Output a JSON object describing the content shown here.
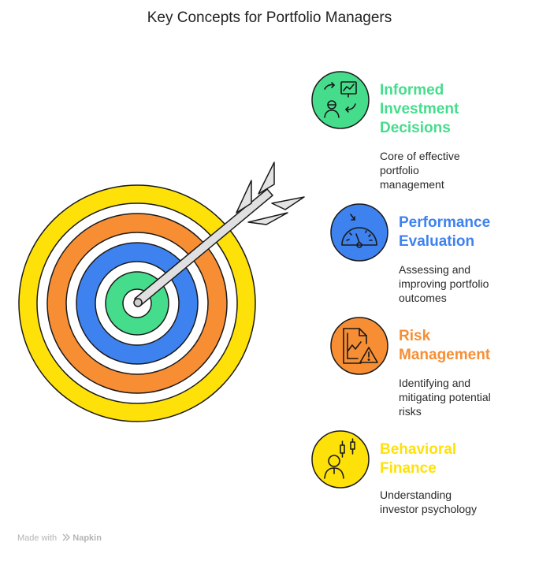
{
  "title": "Key Concepts for Portfolio Managers",
  "colors": {
    "yellow": "#FFE10A",
    "orange": "#F78E34",
    "blue": "#3E82F0",
    "green": "#45DD8B",
    "outline": "#1a1a1a"
  },
  "items": [
    {
      "title": "Informed\nInvestment\nDecisions",
      "description": "Core of effective\nportfolio\nmanagement",
      "color": "#45DD8B",
      "icon": "chart-presentation-icon"
    },
    {
      "title": "Performance\nEvaluation",
      "description": "Assessing and\nimproving portfolio\noutcomes",
      "color": "#3E82F0",
      "icon": "speedometer-icon"
    },
    {
      "title": "Risk\nManagement",
      "description": "Identifying and\nmitigating potential\nrisks",
      "color": "#F78E34",
      "icon": "risk-warning-icon"
    },
    {
      "title": "Behavioral\nFinance",
      "description": "Understanding\ninvestor psychology",
      "color": "#FFE10A",
      "icon": "investor-candlestick-icon"
    }
  ],
  "watermark": {
    "made_with": "Made with",
    "brand": "Napkin"
  }
}
